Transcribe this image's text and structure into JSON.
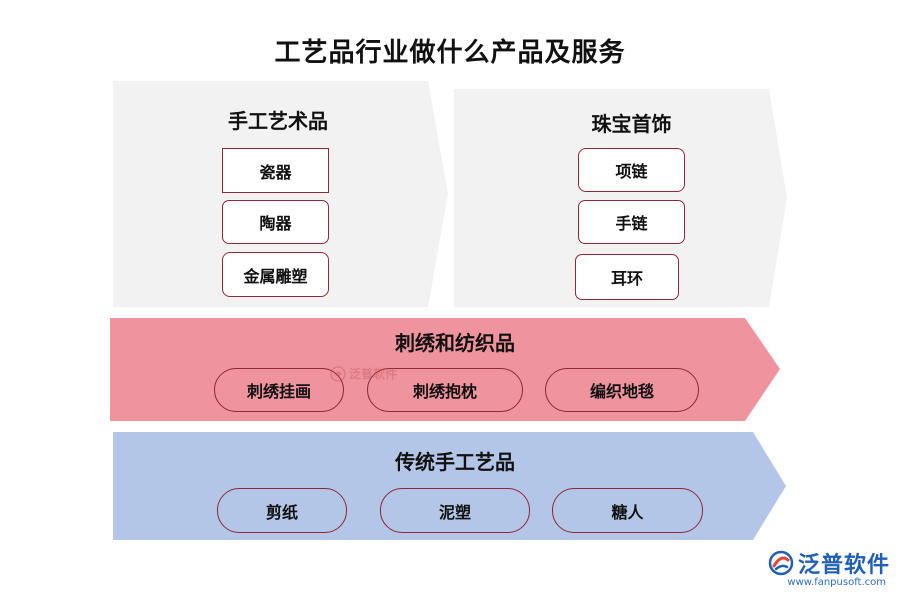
{
  "title": "工艺品行业做什么产品及服务",
  "colors": {
    "gray_panel": "#f2f2f2",
    "pink_panel": "#ef939e",
    "blue_panel": "#b4c6e7",
    "border": "#8e2738",
    "logo_blue": "#1f5fb4"
  },
  "crafts": {
    "heading": "手工艺术品",
    "items": [
      "瓷器",
      "陶器",
      "金属雕塑"
    ]
  },
  "jewelry": {
    "heading": "珠宝首饰",
    "items": [
      "项链",
      "手链",
      "耳环"
    ]
  },
  "textiles": {
    "heading": "刺绣和纺织品",
    "items": [
      "刺绣挂画",
      "刺绣抱枕",
      "编织地毯"
    ]
  },
  "traditional": {
    "heading": "传统手工艺品",
    "items": [
      "剪纸",
      "泥塑",
      "糖人"
    ]
  },
  "watermark": {
    "text": "泛普软件"
  },
  "logo": {
    "name": "泛普软件",
    "url": "www.fanpusoft.com"
  }
}
